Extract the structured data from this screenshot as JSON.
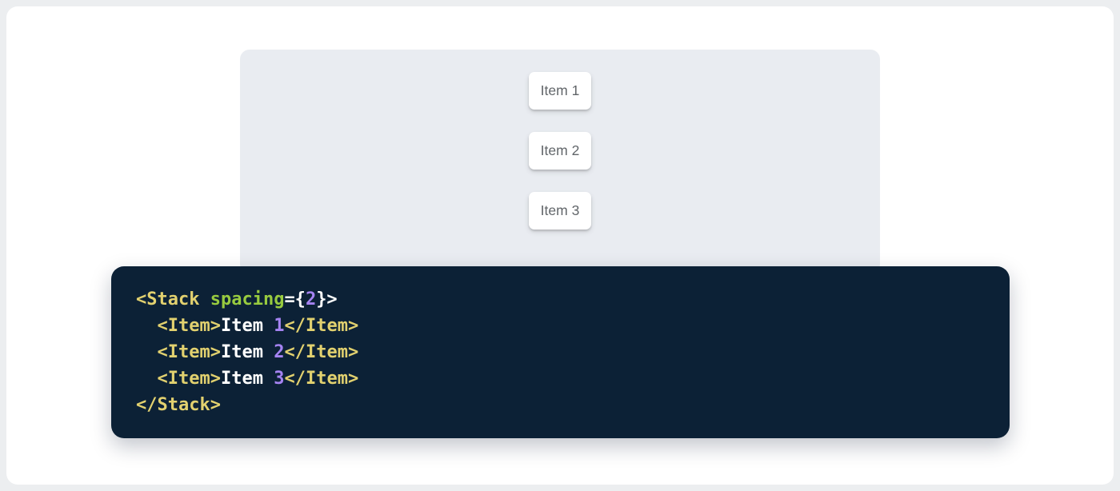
{
  "demo": {
    "items": [
      {
        "label": "Item 1"
      },
      {
        "label": "Item 2"
      },
      {
        "label": "Item 3"
      }
    ]
  },
  "code": {
    "language": "jsx",
    "token_colors": {
      "tag": "#E2D16F",
      "attr": "#98CB3F",
      "num": "#A583F2",
      "plain": "#FFFFFF"
    },
    "lines": [
      [
        {
          "type": "tag",
          "text": "<Stack "
        },
        {
          "type": "attr",
          "text": "spacing"
        },
        {
          "type": "plain",
          "text": "={"
        },
        {
          "type": "num",
          "text": "2"
        },
        {
          "type": "plain",
          "text": "}>"
        }
      ],
      [
        {
          "type": "plain",
          "text": "  "
        },
        {
          "type": "tag",
          "text": "<Item>"
        },
        {
          "type": "plain",
          "text": "Item "
        },
        {
          "type": "num",
          "text": "1"
        },
        {
          "type": "tag",
          "text": "</Item>"
        }
      ],
      [
        {
          "type": "plain",
          "text": "  "
        },
        {
          "type": "tag",
          "text": "<Item>"
        },
        {
          "type": "plain",
          "text": "Item "
        },
        {
          "type": "num",
          "text": "2"
        },
        {
          "type": "tag",
          "text": "</Item>"
        }
      ],
      [
        {
          "type": "plain",
          "text": "  "
        },
        {
          "type": "tag",
          "text": "<Item>"
        },
        {
          "type": "plain",
          "text": "Item "
        },
        {
          "type": "num",
          "text": "3"
        },
        {
          "type": "tag",
          "text": "</Item>"
        }
      ],
      [
        {
          "type": "tag",
          "text": "</Stack>"
        }
      ]
    ]
  },
  "colors": {
    "page_margin": "#ECEEF0",
    "surface": "#FFFFFF",
    "demo_panel_bg": "#E9ECF1",
    "item_card_bg": "#FFFFFF",
    "item_text": "#616569",
    "code_bg": "#0C2136"
  }
}
